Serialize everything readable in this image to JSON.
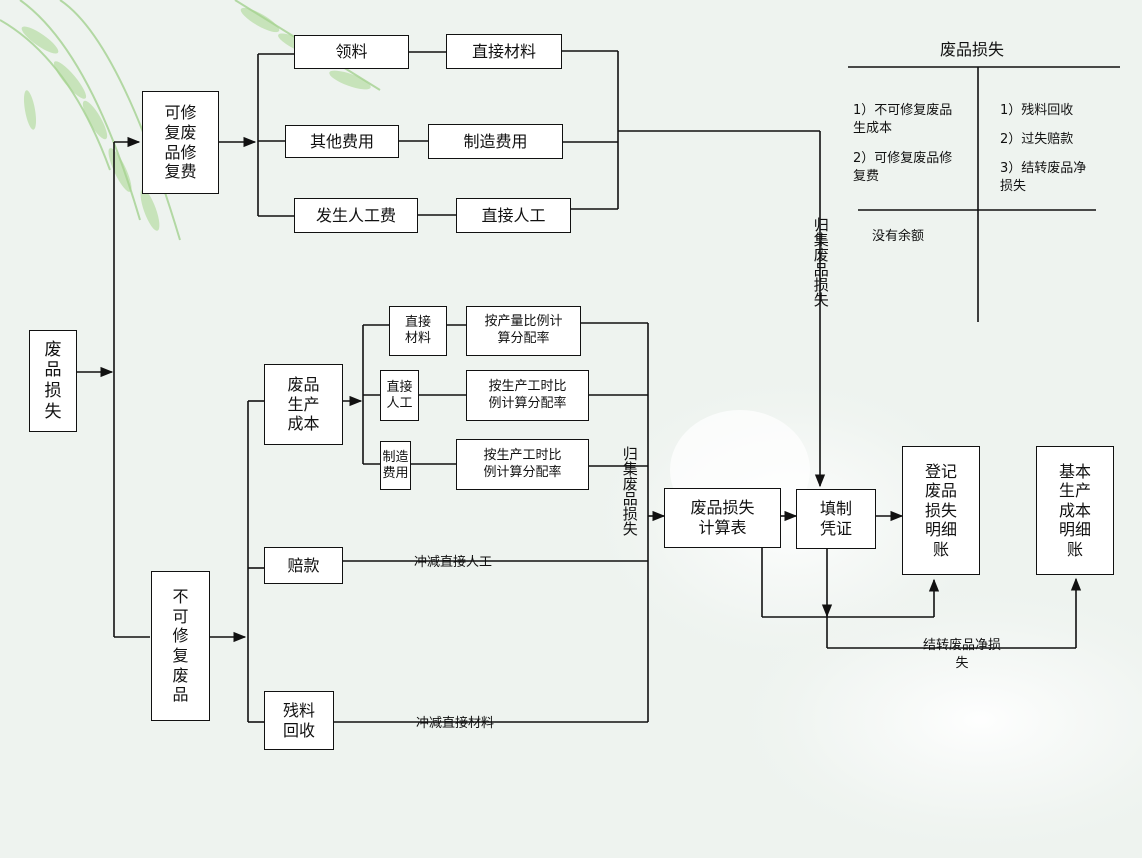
{
  "nodes": {
    "feipin_sunshi": "废品损失",
    "kexiu_fuxiu_fei": "可修复废品修复费",
    "lingliao": "领料",
    "zhijie_cailiao": "直接材料",
    "qita_feiyong": "其他费用",
    "zhizao_feiyong": "制造费用",
    "fasheng_rengongfei": "发生人工费",
    "zhijie_rengong": "直接人工",
    "feipin_shengchan_chengben": "废品生产成本",
    "zhijie_cailiao_small": "直接材料",
    "zhijie_rengong_small": "直接人工",
    "zhizao_feiyong_small": "制造费用",
    "alloc_output": "按产量比例计算分配率",
    "alloc_labor_hours_1": "按生产工时比例计算分配率",
    "alloc_labor_hours_2": "按生产工时比例计算分配率",
    "peikuan": "赔款",
    "canliao_huishou": "残料回收",
    "bukexiu_feipin": "不可修复废品",
    "sunshi_jisuanbiao": "废品损失计算表",
    "tianzhi_pingzheng": "填制凭证",
    "dengji_mingxizhang": "登记废品损失明细账",
    "jiben_shengchan_mingxizhang": "基本生产成本明细账"
  },
  "edge_labels": {
    "guiji_top": "归集废品损失",
    "guiji_mid": "归集废品损失",
    "chongjian_rengong": "冲减直接人工",
    "chongjian_cailiao": "冲减直接材料",
    "jiezhuan": "结转废品净损失"
  },
  "t_account": {
    "title": "废品损失",
    "debit": [
      "1）不可修复废品生成本",
      "2）可修复废品修复费"
    ],
    "credit": [
      "1）残料回收",
      "2）过失赔款",
      "3）结转废品净损失"
    ],
    "balance": "没有余额"
  }
}
